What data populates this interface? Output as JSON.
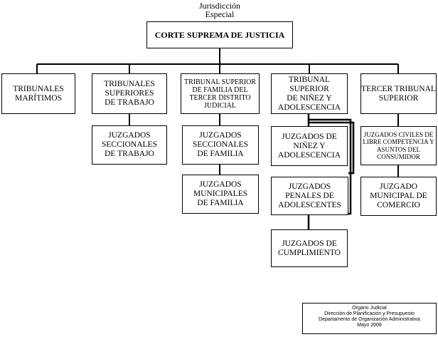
{
  "header": {
    "jurisdiction_line1": "Jurisdicción",
    "jurisdiction_line2": "Especial"
  },
  "top": {
    "label": "CORTE SUPREMA DE JUSTICIA"
  },
  "col1": {
    "head": [
      "TRIBUNALES",
      "MARÍTIMOS"
    ]
  },
  "col2": {
    "head": [
      "TRIBUNALES",
      "SUPERIORES",
      "DE TRABAJO"
    ],
    "sub1": [
      "JUZGADOS",
      "SECCIONALES",
      "DE TRABAJO"
    ]
  },
  "col3": {
    "head": [
      "TRIBUNAL SUPERIOR",
      "DE FAMILIA DEL",
      "TERCER DISTRITO",
      "JUDICIAL"
    ],
    "sub1": [
      "JUZGADOS",
      "SECCIONALES",
      "DE FAMILIA"
    ],
    "sub2": [
      "JUZGADOS",
      "MUNICIPALES",
      "DE FAMILIA"
    ]
  },
  "col4": {
    "head": [
      "TRIBUNAL",
      "SUPERIOR",
      "DE NIÑEZ Y",
      "ADOLESCENCIA"
    ],
    "sub1": [
      "JUZGADOS DE",
      "NIÑEZ Y",
      "ADOLESCENCIA"
    ],
    "sub2": [
      "JUZGADOS",
      "PENALES DE",
      "ADOLESCENTES"
    ],
    "sub3": [
      "JUZGADOS DE",
      "CUMPLIMIENTO"
    ]
  },
  "col5": {
    "head": [
      "TERCER TRIBUNAL",
      "SUPERIOR"
    ],
    "sub1": [
      "JUZGADOS CIVILES DE",
      "LIBRE COMPETENCIA Y",
      "ASUNTOS DEL",
      "CONSUMIDOR"
    ],
    "sub2": [
      "JUZGADO",
      "MUNICIPAL DE",
      "COMERCIO"
    ]
  },
  "footer": {
    "line1": "Órgano Judicial",
    "line2": "Dirección de Planificación y Presupuesto",
    "line3": "Departamento de Organización Administrativa",
    "line4": "Mayo 2008"
  }
}
